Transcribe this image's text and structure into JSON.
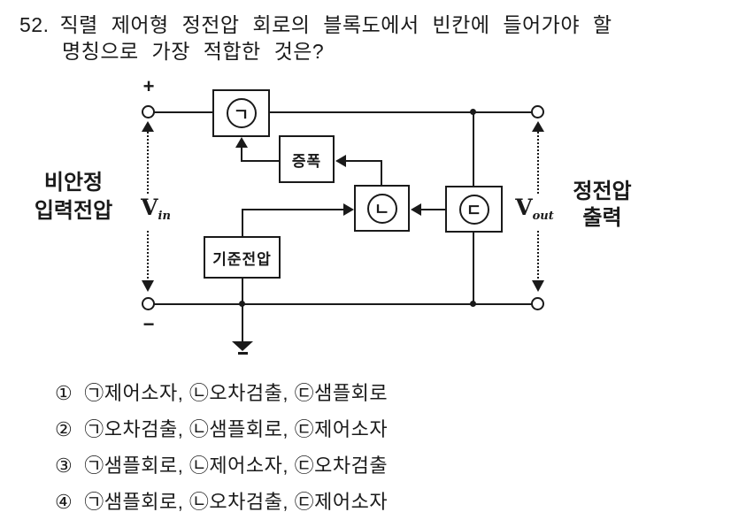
{
  "question": {
    "number": "52.",
    "line1": "직렬 제어형 정전압 회로의 블록도에서 빈칸에 들어가야 할",
    "line2": "명칭으로 가장 적합한 것은?"
  },
  "diagram": {
    "input_label_line1": "비안정",
    "input_label_line2": "입력전압",
    "output_label_line1": "정전압",
    "output_label_line2": "출력",
    "vin_main": "V",
    "vin_sub": "in",
    "vout_main": "V",
    "vout_sub": "out",
    "plus_sign": "+",
    "minus_sign": "−",
    "block_a_letter": "ㄱ",
    "block_b_letter": "ㄴ",
    "block_c_letter": "ㄷ",
    "amp_label": "증폭",
    "ref_label": "기준전압"
  },
  "choices": [
    {
      "marker": "①",
      "text": "㉠제어소자, ㉡오차검출, ㉢샘플회로"
    },
    {
      "marker": "②",
      "text": "㉠오차검출, ㉡샘플회로, ㉢제어소자"
    },
    {
      "marker": "③",
      "text": "㉠샘플회로, ㉡제어소자, ㉢오차검출"
    },
    {
      "marker": "④",
      "text": "㉠샘플회로, ㉡오차검출, ㉢제어소자"
    }
  ]
}
